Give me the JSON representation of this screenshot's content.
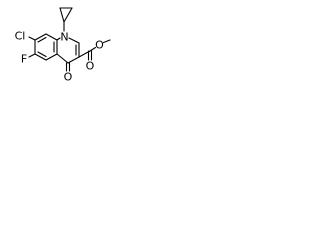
{
  "structure": {
    "atom_labels": {
      "cl": "Cl",
      "f": "F",
      "n": "N",
      "o_keto": "O",
      "o_carbonyl": "O",
      "o_ester": "O"
    }
  }
}
